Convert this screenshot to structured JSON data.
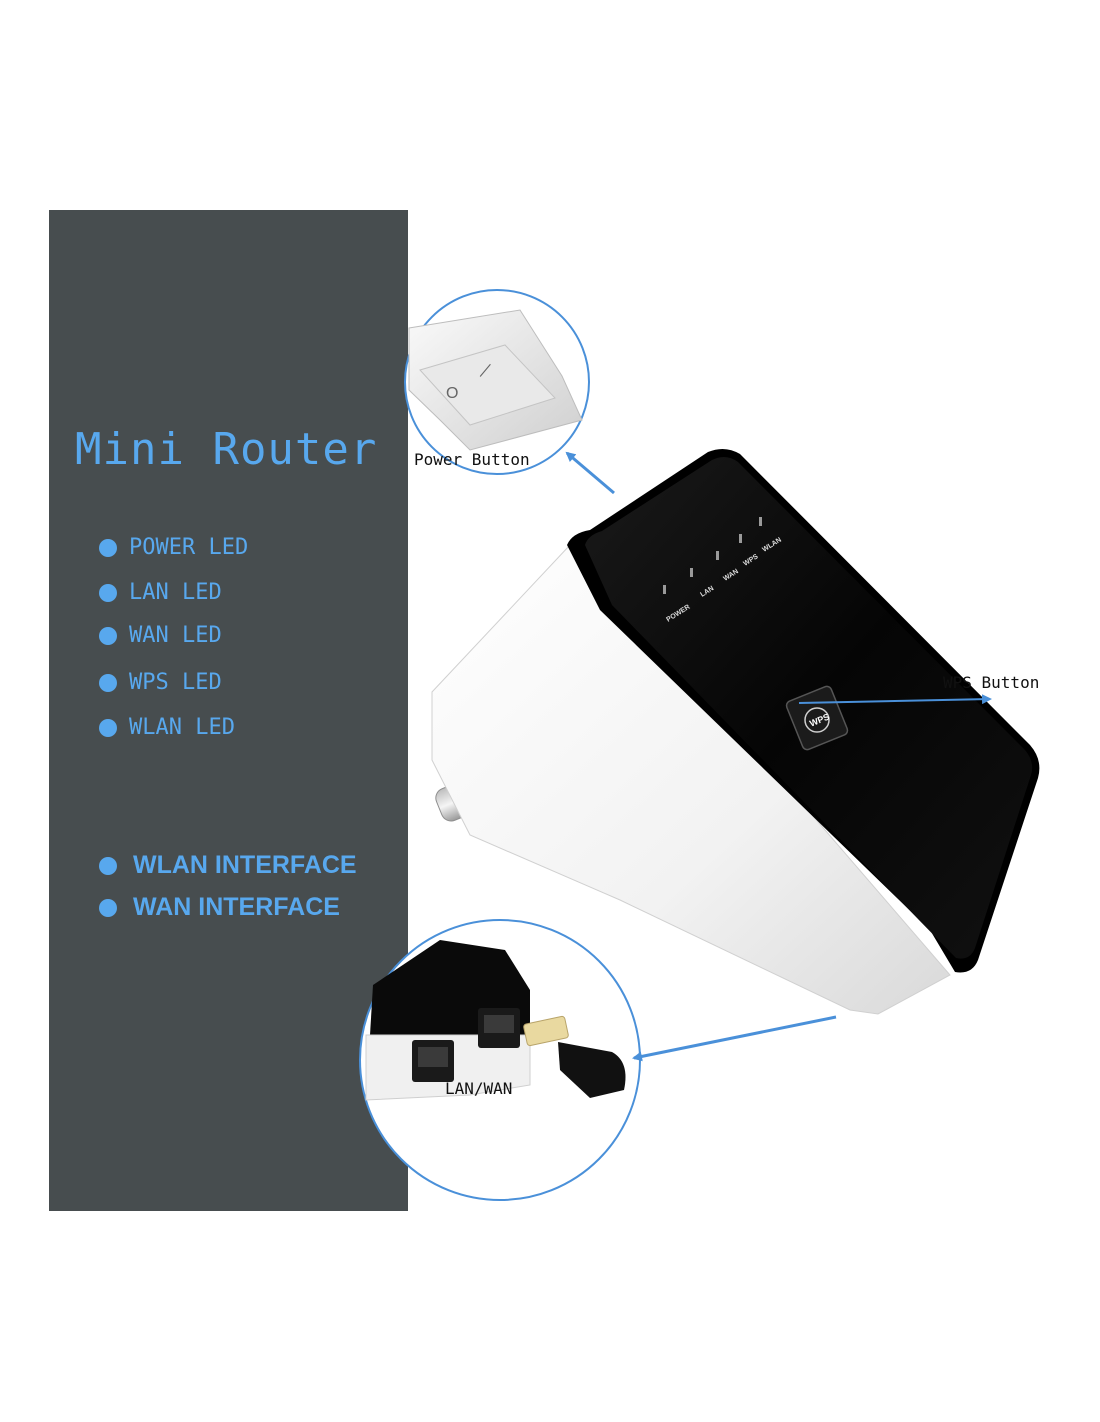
{
  "title": "Mini Router",
  "led_list": [
    {
      "label": "POWER LED"
    },
    {
      "label": "LAN LED"
    },
    {
      "label": "WAN LED"
    },
    {
      "label": "WPS LED"
    },
    {
      "label": "WLAN LED"
    }
  ],
  "interface_list": [
    {
      "label": "WLAN INTERFACE"
    },
    {
      "label": "WAN INTERFACE"
    }
  ],
  "callouts": {
    "power_button": "Power Button",
    "wps_button": "WPS Button",
    "lan_wan": "LAN/WAN"
  },
  "device": {
    "led_labels": [
      "POWER",
      "LAN",
      "WAN",
      "WPS",
      "WLAN"
    ],
    "wps_key": "WPS",
    "switch_symbols": {
      "off": "O",
      "on": "—"
    }
  },
  "colors": {
    "panel": "#474d4f",
    "accent_blue": "#58a8ee",
    "device_black": "#0b0b0b",
    "device_white": "#f4f4f4"
  }
}
